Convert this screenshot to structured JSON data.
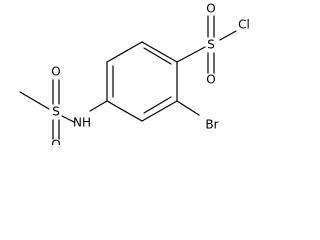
{
  "molecule": {
    "atoms": {
      "sulfur_right": "S",
      "oxygen_right_top": "O",
      "oxygen_right_bottom": "O",
      "chlorine": "Cl",
      "bromine": "Br",
      "amine": "NH",
      "sulfur_left": "S",
      "oxygen_left_top": "O",
      "oxygen_left_bottom": "O"
    }
  }
}
